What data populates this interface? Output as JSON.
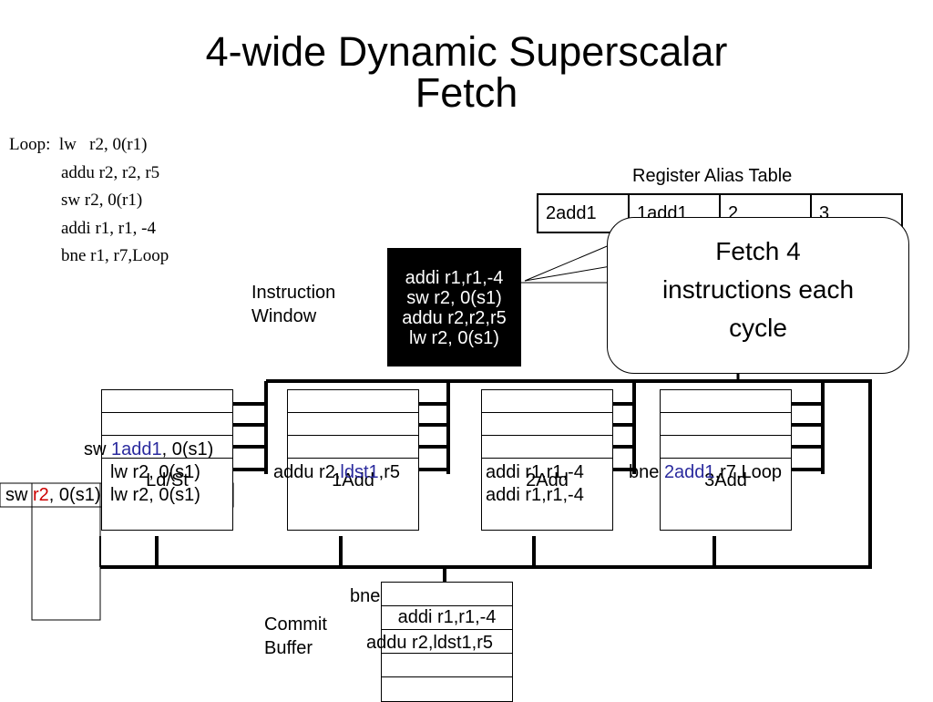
{
  "title_line1": "4-wide Dynamic Superscalar",
  "title_line2": "Fetch",
  "code": [
    "Loop:  lw   r2, 0(r1)",
    "            addu r2, r2, r5",
    "            sw r2, 0(r1)",
    "            addi r1, r1, -4",
    "            bne r1, r7,Loop"
  ],
  "rat": {
    "label": "Register Alias Table",
    "cells": [
      "2add1",
      "1add1",
      "2",
      "3"
    ]
  },
  "instruction_window": {
    "label_line1": "Instruction",
    "label_line2": "Window",
    "entries": [
      "addi r1,r1,-4",
      "sw r2, 0(s1)",
      "addu r2,r2,r5",
      "lw r2, 0(s1)"
    ]
  },
  "callout": {
    "lines": [
      "Fetch 4",
      "instructions each",
      "cycle"
    ]
  },
  "units": [
    {
      "name": "Ld/St"
    },
    {
      "name": "1Add"
    },
    {
      "name": "2Add"
    },
    {
      "name": "3Add"
    }
  ],
  "ldst_entries": {
    "sw_top": {
      "a": "sw ",
      "b": "1add1",
      "c": ", 0(s1)"
    },
    "lw_1": "lw r2, 0(s1)",
    "lw_2": "lw r2, 0(s1)",
    "sw_left": {
      "a": "sw ",
      "b": "r2",
      "c": ", 0(s1)"
    }
  },
  "add1_entry": {
    "a": "addu r2,",
    "b": "ldst1",
    "c": ",r5"
  },
  "add2_entries": [
    "addi r1,r1,-4",
    "addi r1,r1,-4"
  ],
  "add3_entry": {
    "a": "bne ",
    "b": "2add1",
    "c": ",r7,Loop"
  },
  "commit": {
    "label_line1": "Commit",
    "label_line2": "Buffer",
    "entries": [
      "bne 2add1,r7,Loop",
      "addi r1,r1,-4",
      "addu r2,ldst1,r5"
    ]
  }
}
